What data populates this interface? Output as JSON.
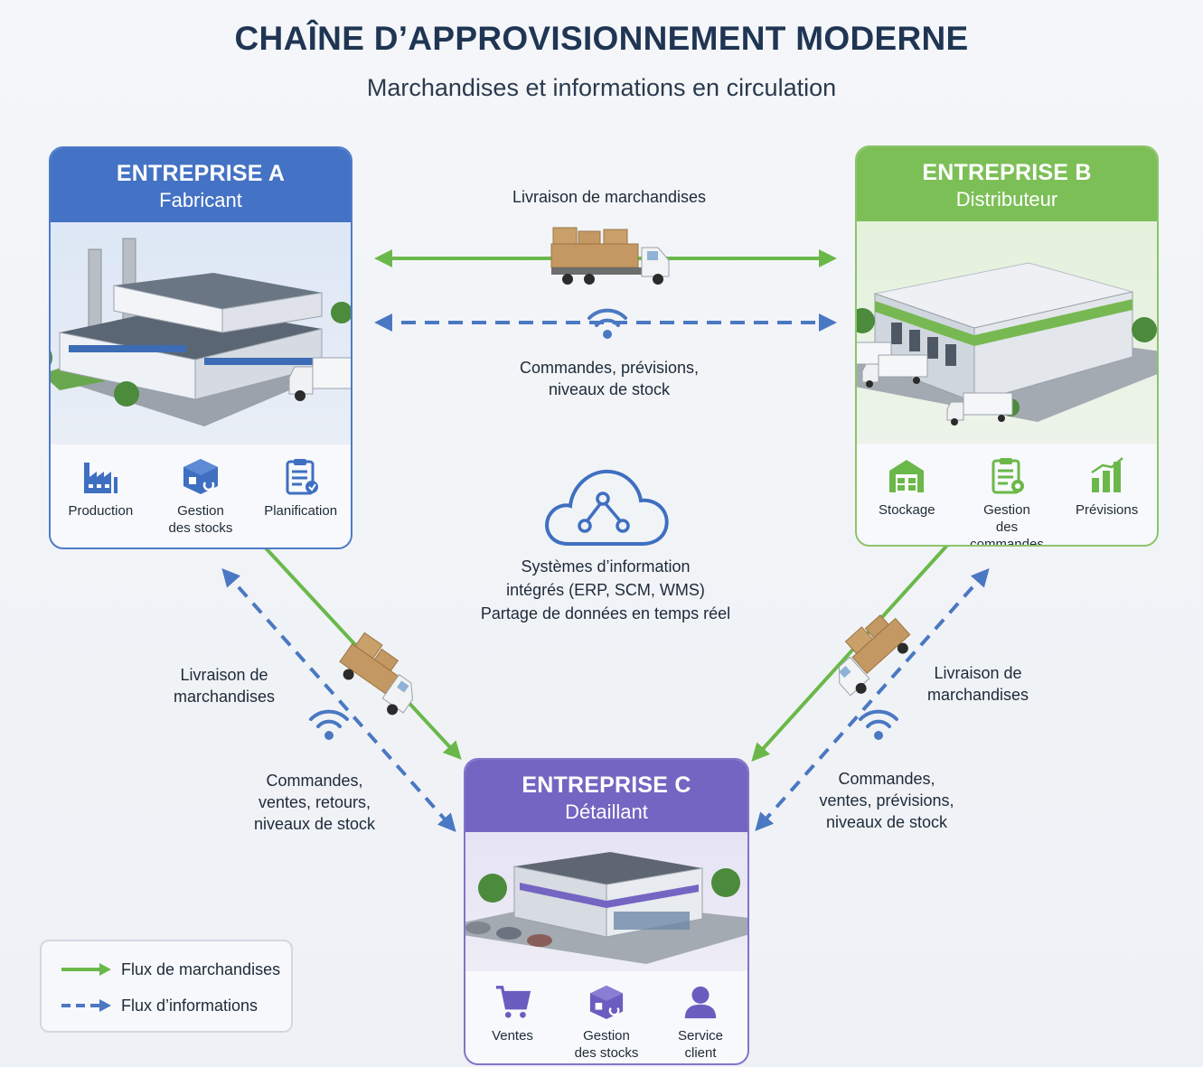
{
  "title": "CHAÎNE D’APPROVISIONNEMENT MODERNE",
  "subtitle": "Marchandises et informations en circulation",
  "colors": {
    "goods_flow": "#6bb84a",
    "info_flow": "#4a78c2",
    "company_a": "#4472c4",
    "company_b": "#7dbf57",
    "company_c": "#7465c2"
  },
  "companies": {
    "a": {
      "name": "ENTREPRISE A",
      "role": "Fabricant",
      "features": [
        {
          "icon": "factory-icon",
          "label_1": "Production",
          "label_2": ""
        },
        {
          "icon": "inventory-box-icon",
          "label_1": "Gestion",
          "label_2": "des stocks"
        },
        {
          "icon": "clipboard-icon",
          "label_1": "Planification",
          "label_2": ""
        }
      ]
    },
    "b": {
      "name": "ENTREPRISE B",
      "role": "Distributeur",
      "features": [
        {
          "icon": "warehouse-icon",
          "label_1": "Stockage",
          "label_2": ""
        },
        {
          "icon": "order-clipboard-icon",
          "label_1": "Gestion",
          "label_2": "des commandes"
        },
        {
          "icon": "bar-chart-icon",
          "label_1": "Prévisions",
          "label_2": ""
        }
      ]
    },
    "c": {
      "name": "ENTREPRISE C",
      "role": "Détaillant",
      "features": [
        {
          "icon": "cart-icon",
          "label_1": "Ventes",
          "label_2": ""
        },
        {
          "icon": "inventory-box-icon",
          "label_1": "Gestion",
          "label_2": "des stocks"
        },
        {
          "icon": "customer-service-icon",
          "label_1": "Service",
          "label_2": "client"
        }
      ]
    }
  },
  "flows": {
    "ab_goods": "Livraison de marchandises",
    "ab_info_1": "Commandes, prévisions,",
    "ab_info_2": "niveaux de stock",
    "ac_goods_1": "Livraison de",
    "ac_goods_2": "marchandises",
    "ac_info_1": "Commandes,",
    "ac_info_2": "ventes, retours,",
    "ac_info_3": "niveaux de stock",
    "bc_goods_1": "Livraison de",
    "bc_goods_2": "marchandises",
    "bc_info_1": "Commandes,",
    "bc_info_2": "ventes, prévisions,",
    "bc_info_3": "niveaux de stock"
  },
  "center": {
    "icon": "cloud-network-icon",
    "line_1": "Systèmes d’information",
    "line_2": "intégrés (ERP, SCM, WMS)",
    "line_3": "Partage de données en temps réel"
  },
  "legend": {
    "goods": "Flux de marchandises",
    "info": "Flux d’informations"
  }
}
